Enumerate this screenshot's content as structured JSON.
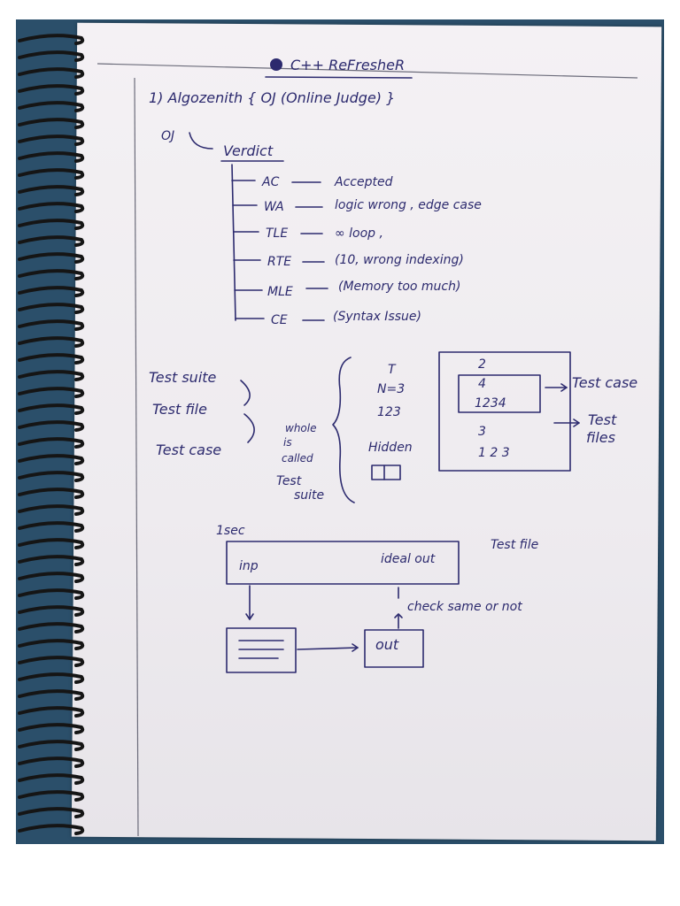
{
  "header": {
    "title": "C++ ReFresheR"
  },
  "section": {
    "heading": "1)  Algozenith { OJ (Online Judge) }"
  },
  "verdict": {
    "root": "OJ",
    "label": "Verdict",
    "items": [
      {
        "code": "AC",
        "meaning": "Accepted"
      },
      {
        "code": "WA",
        "meaning": "logic wrong , edge case"
      },
      {
        "code": "TLE",
        "meaning": "∞ loop ,"
      },
      {
        "code": "RTE",
        "meaning": "(10, wrong indexing)"
      },
      {
        "code": "MLE",
        "meaning": "(Memory too much)"
      },
      {
        "code": "CE",
        "meaning": "(Syntax Issue)"
      }
    ]
  },
  "test_terms": {
    "suite": "Test suite",
    "file": "Test file",
    "case": "Test case",
    "whole_is_called": [
      "whole",
      "is",
      "called"
    ],
    "test_suite_repeat": [
      "Test",
      "suite"
    ]
  },
  "sample": {
    "t": "T",
    "n": "N=3",
    "values": "123",
    "hidden": "Hidden"
  },
  "box": {
    "top": "2",
    "case_n": "4",
    "case_values": "1234",
    "n2": "3",
    "values2": "1 2 3",
    "test_case_label": "Test case",
    "test_files_label": [
      "Test",
      "files"
    ]
  },
  "judge": {
    "time": "1sec",
    "inp": "inp",
    "ideal_out": "ideal out",
    "test_file": "Test file",
    "check": "check same or not",
    "out": "out"
  }
}
